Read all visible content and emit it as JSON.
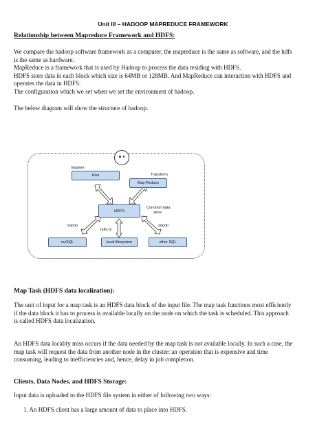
{
  "title": "Unit III – HADOOP MAPREDUCE FRAMEWORK",
  "section1": {
    "heading": "Relationship between Mapreduce Framework and HDFS:",
    "lines": [
      "We compare the hadoop software framework as a computer, the mapreduce is the same as software, and the hdfs",
      "is the same as hardware.",
      "MapReduce is a framework that is used by Hadoop to process the data residing with HDFS.",
      "HDFS store data in each block which size is 64MB or 128MB. And MapReduce can interaction with HDFS and",
      "operates the data in HDFS.",
      "The configuration which we set when we set the environment of hadoop."
    ],
    "intro": "The below diagram will show the structure of hadoop."
  },
  "diagram": {
    "explore": "Explore",
    "hive": "Hive",
    "transform": "Transform",
    "mapreduce": "Map-Reduce",
    "hdfs": "HDFS",
    "common_store_1": "Common data",
    "common_store_2": "store",
    "sqoop_left": "sqoop",
    "hdfs_fs": "hdfs fs",
    "sqoop_right": "sqoop",
    "mysql": "mySQL",
    "local_fs": "local filesystem",
    "other_sql": "other SQL"
  },
  "section2": {
    "heading": "Map Task (HDFS data localization):",
    "para1": [
      "The unit of input for a map task is an HDFS data block of the input file. The map task functions most efficiently",
      "if the data block it has to process is available locally on the node on which the task is scheduled. This approach",
      "is called HDFS data localization."
    ],
    "para2": [
      "An HDFS data locality miss occurs if the data needed by the map task is not available locally. In such a case, the",
      "map task will request the data from another node in the cluster: an operation that is expensive and time",
      "consuming, leading to inefficiencies and, hence, delay in job completion."
    ]
  },
  "section3": {
    "heading": "Clients, Data Nodes, and HDFS Storage:",
    "intro": "Input data is uploaded to the HDFS file system in either of following two ways:",
    "items": [
      "1.   An HDFS client has a large amount of data to place into HDFS."
    ]
  }
}
